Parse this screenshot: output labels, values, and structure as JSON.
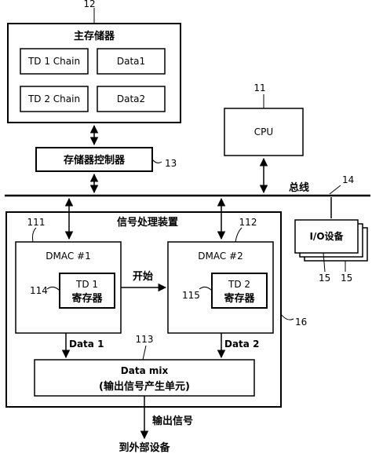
{
  "main_memory": {
    "ref": "12",
    "title": "主存储器",
    "td1_chain": "TD 1 Chain",
    "data1": "Data1",
    "td2_chain": "TD 2 Chain",
    "data2": "Data2"
  },
  "cpu": {
    "ref": "11",
    "label": "CPU"
  },
  "memory_controller": {
    "ref": "13",
    "label": "存储器控制器"
  },
  "bus": {
    "ref": "14",
    "label": "总线"
  },
  "io_device": {
    "label": "I/O设备",
    "ref_a": "15",
    "ref_b": "15"
  },
  "signal_processor": {
    "title": "信号处理装置",
    "ref": "16",
    "dmac1": {
      "ref": "111",
      "label": "DMAC #1",
      "reg_ref": "114",
      "reg_line1": "TD 1",
      "reg_line2": "寄存器"
    },
    "dmac2": {
      "ref": "112",
      "label": "DMAC #2",
      "reg_ref": "115",
      "reg_line1": "TD 2",
      "reg_line2": "寄存器"
    },
    "start_label": "开始",
    "data1_label": "Data 1",
    "data2_label": "Data 2",
    "datamix": {
      "ref": "113",
      "line1": "Data mix",
      "line2": "(输出信号产生单元)"
    }
  },
  "output_signal": "输出信号",
  "external_device": "到外部设备"
}
